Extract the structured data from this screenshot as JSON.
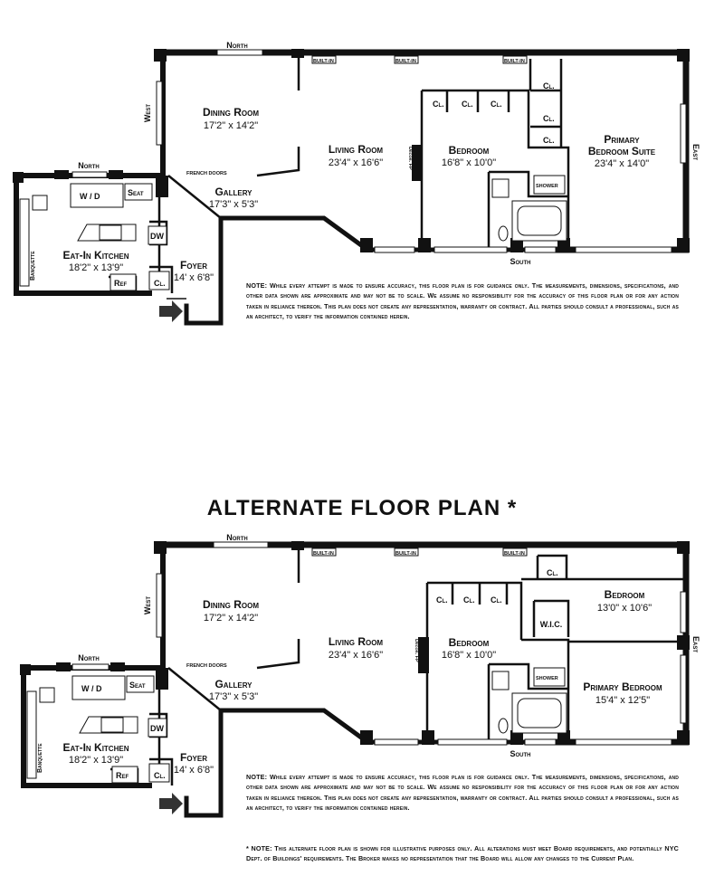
{
  "plan1": {
    "compass": {
      "north_top": "North",
      "north_kitchen": "North",
      "west": "West",
      "east": "East",
      "south": "South"
    },
    "rooms": {
      "dining_name": "Dining Room",
      "dining_dim": "17'2\" x 14'2\"",
      "living_name": "Living Room",
      "living_dim": "23'4\" x 16'6\"",
      "bedroom_name": "Bedroom",
      "bedroom_dim": "16'8\" x 10'0\"",
      "suite_name1": "Primary",
      "suite_name2": "Bedroom Suite",
      "suite_dim": "23'4\" x 14'0\"",
      "gallery_name": "Gallery",
      "gallery_dim": "17'3\" x 5'3\"",
      "kitchen_name": "Eat-In Kitchen",
      "kitchen_dim": "18'2\" x 13'9\"",
      "foyer_name": "Foyer",
      "foyer_dim": "14' x 6'8\""
    },
    "features": {
      "built_in": "BUILT-IN",
      "french_doors": "FRENCH DOORS",
      "decor_fp": "Decor. FP",
      "shower": "SHOWER",
      "closet": "Cl.",
      "wd": "W / D",
      "seat": "Seat",
      "dw": "DW",
      "ref": "Ref",
      "banquette": "Banquette"
    },
    "note": "NOTE: While every attempt is made to ensure accuracy, this floor plan is for guidance only. The measurements, dimensions, specifications, and other data shown are approximate and may not be to scale. We assume no responsibility for the accuracy of this floor plan or for any action taken in reliance thereon. This plan does not create any representation, warranty or contract. All parties should consult a professional, such as an architect, to verify the information contained herein."
  },
  "alternate_title": "ALTERNATE FLOOR PLAN *",
  "plan2": {
    "compass": {
      "north_top": "North",
      "north_kitchen": "North",
      "west": "West",
      "east": "East",
      "south": "South"
    },
    "rooms": {
      "dining_name": "Dining Room",
      "dining_dim": "17'2\" x 14'2\"",
      "living_name": "Living Room",
      "living_dim": "23'4\" x 16'6\"",
      "bedroom_name": "Bedroom",
      "bedroom_dim": "16'8\" x 10'0\"",
      "bedroom2_name": "Bedroom",
      "bedroom2_dim": "13'0\" x 10'6\"",
      "wic": "W.I.C.",
      "primary_name": "Primary Bedroom",
      "primary_dim": "15'4\" x 12'5\"",
      "gallery_name": "Gallery",
      "gallery_dim": "17'3\" x 5'3\"",
      "kitchen_name": "Eat-In Kitchen",
      "kitchen_dim": "18'2\" x 13'9\"",
      "foyer_name": "Foyer",
      "foyer_dim": "14' x 6'8\""
    },
    "features": {
      "built_in": "BUILT-IN",
      "french_doors": "FRENCH DOORS",
      "decor_fp": "Decor. FP",
      "shower": "SHOWER",
      "closet": "Cl.",
      "wd": "W / D",
      "seat": "Seat",
      "dw": "DW",
      "ref": "Ref",
      "banquette": "Banquette"
    },
    "note": "NOTE: While every attempt is made to ensure accuracy, this floor plan is for guidance only. The measurements, dimensions, specifications, and other data shown are approximate and may not be to scale. We assume no responsibility for the accuracy of this floor plan or for any action taken in reliance thereon. This plan does not create any representation, warranty or contract. All parties should consult a professional, such as an architect, to verify the information contained herein.",
    "alt_note": "* NOTE: This alternate floor plan is shown for illustrative purposes only. All alterations must meet Board requirements, and potentially NYC Dept. of Buildings' requirements. The Broker makes no representation that the Board will allow any changes to the Current Plan."
  }
}
